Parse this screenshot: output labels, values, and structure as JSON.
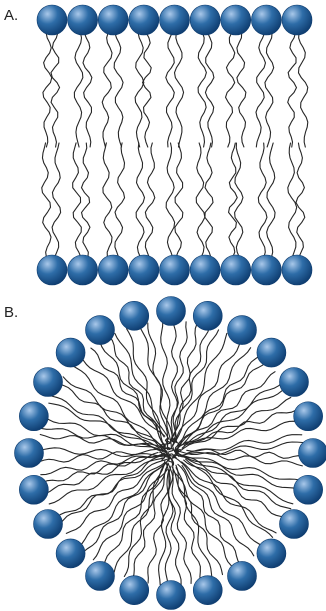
{
  "panels": {
    "a": {
      "label": "A.",
      "structure": "bilayer",
      "heads_per_leaflet": 9
    },
    "b": {
      "label": "B.",
      "structure": "micelle",
      "head_count": 24
    }
  },
  "colors": {
    "head_fill": "#2e6da8",
    "head_dark": "#0d3b6e",
    "head_highlight": "#a9c8ea",
    "tail_stroke": "#262626",
    "background": "#ffffff"
  }
}
